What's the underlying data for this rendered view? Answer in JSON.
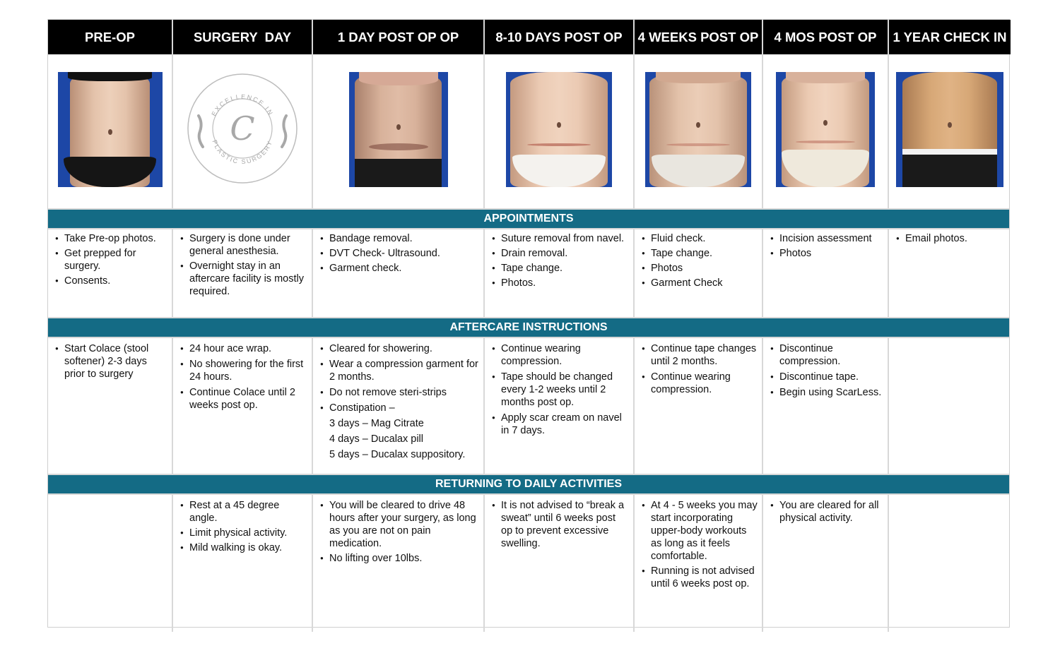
{
  "columns": [
    {
      "label": "PRE-OP",
      "photo": "pre-op-abdomen-photo"
    },
    {
      "label": "SURGERY  DAY",
      "photo": "clinic-logo"
    },
    {
      "label": "1 DAY POST OP OP",
      "photo": "one-day-post-op-abdomen-photo"
    },
    {
      "label": "8-10 DAYS POST OP",
      "photo": "eight-ten-days-post-op-abdomen-photo"
    },
    {
      "label": "4 WEEKS POST OP",
      "photo": "four-weeks-post-op-abdomen-photo"
    },
    {
      "label": "4 MOS POST OP",
      "photo": "four-months-post-op-abdomen-photo"
    },
    {
      "label": "1 YEAR CHECK IN",
      "photo": "one-year-abdomen-photo"
    }
  ],
  "logo": {
    "top_text": "EXCELLENCE IN",
    "bottom_text": "PLASTIC SURGERY",
    "monogram": "C"
  },
  "colors": {
    "header_bg": "#000000",
    "band_bg": "#146b85",
    "divider": "#d8d8d8"
  },
  "sections": {
    "appointments": {
      "title": "APPOINTMENTS",
      "cells": [
        [
          "Take Pre-op photos.",
          "Get prepped for surgery.",
          "Consents."
        ],
        [
          "Surgery is done under general anesthesia.",
          "Overnight stay in an aftercare facility is mostly required."
        ],
        [
          "Bandage removal.",
          "DVT Check- Ultrasound.",
          "Garment check."
        ],
        [
          "Suture removal from navel.",
          "Drain removal.",
          "Tape change.",
          "Photos."
        ],
        [
          "Fluid check.",
          "Tape change.",
          "Photos",
          "Garment Check"
        ],
        [
          "Incision assessment",
          "Photos"
        ],
        [
          "Email photos."
        ]
      ]
    },
    "aftercare": {
      "title": "AFTERCARE INSTRUCTIONS",
      "cells": [
        [
          "Start Colace (stool softener)  2-3 days prior to surgery"
        ],
        [
          "24 hour ace wrap.",
          "No showering for the first 24 hours.",
          "Continue Colace until 2 weeks post op."
        ],
        [
          "Cleared for showering.",
          "Wear a compression garment for 2 months.",
          "Do not remove steri-strips",
          "Constipation –"
        ],
        [
          "Continue wearing compression.",
          "Tape should be changed every 1-2 weeks until 2 months post op.",
          "Apply scar cream on navel in 7 days."
        ],
        [
          "Continue tape changes until 2 months.",
          "Continue wearing compression."
        ],
        [
          "Discontinue compression.",
          "Discontinue tape.",
          "Begin using ScarLess."
        ],
        []
      ],
      "constipation_steps": [
        "3 days – Mag Citrate",
        "4 days – Ducalax pill",
        "5 days – Ducalax suppository."
      ]
    },
    "daily": {
      "title": "RETURNING TO DAILY ACTIVITIES",
      "cells": [
        [],
        [
          "Rest at a 45 degree angle.",
          "Limit physical activity.",
          "Mild walking is okay."
        ],
        [
          "You will be cleared to drive 48 hours after your surgery, as long as you are not on pain medication.",
          "No lifting over 10lbs."
        ],
        [
          "It is not advised to “break a sweat” until 6 weeks post op to prevent excessive swelling."
        ],
        [
          "At 4 - 5 weeks you may start incorporating upper-body workouts as long as it feels comfortable.",
          "Running is not advised until 6 weeks post op."
        ],
        [
          "You are cleared for all physical activity."
        ],
        []
      ]
    }
  }
}
